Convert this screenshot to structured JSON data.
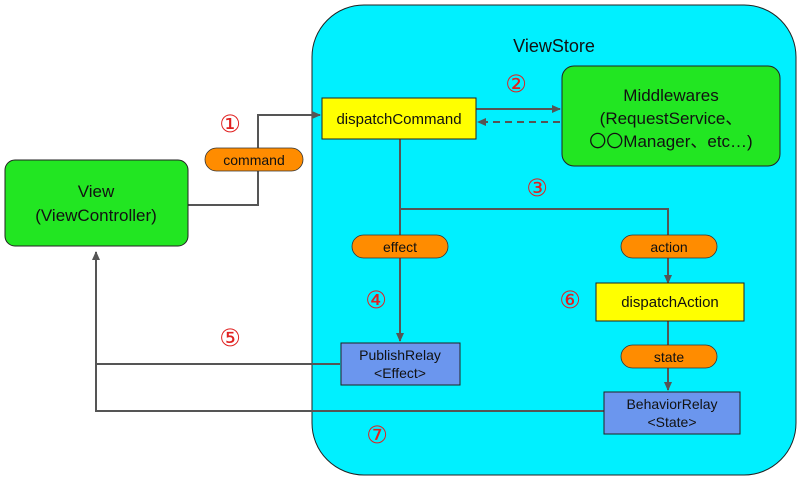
{
  "container": {
    "title": "ViewStore",
    "fill": "#00f0ff"
  },
  "nodes": {
    "view": {
      "line1": "View",
      "line2": "(ViewController)",
      "fill": "#22e622"
    },
    "dispatch_command": {
      "label": "dispatchCommand",
      "fill": "#ffff00"
    },
    "middlewares": {
      "line1": "Middlewares",
      "line2": "(RequestService、",
      "line3": "〇〇Manager、etc…)",
      "fill": "#22e622"
    },
    "dispatch_action": {
      "label": "dispatchAction",
      "fill": "#ffff00"
    },
    "publish_relay": {
      "line1": "PublishRelay",
      "line2": "<Effect>",
      "fill": "#6b96ee"
    },
    "behavior_relay": {
      "line1": "BehaviorRelay",
      "line2": "<State>",
      "fill": "#6b96ee"
    }
  },
  "pills": {
    "command": "command",
    "effect": "effect",
    "action": "action",
    "state": "state",
    "fill": "#ff8c00"
  },
  "step_numbers": [
    "①",
    "②",
    "③",
    "④",
    "⑤",
    "⑥",
    "⑦"
  ],
  "colors": {
    "edge": "#555555",
    "step_number": "#e02020"
  }
}
